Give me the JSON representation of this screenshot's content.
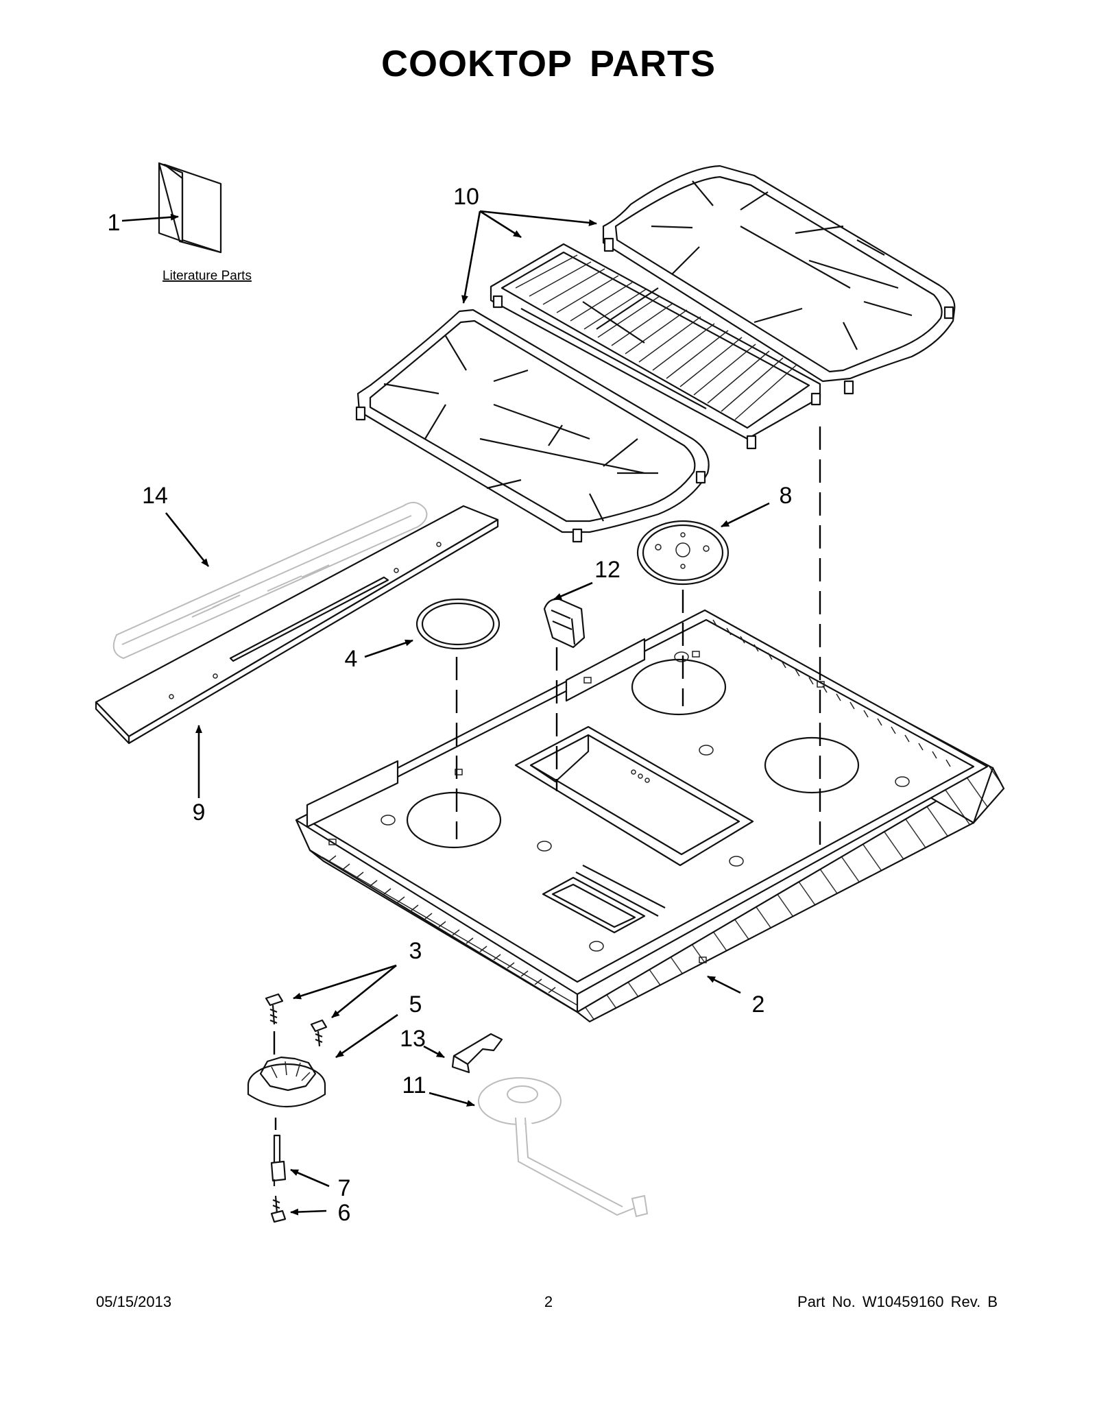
{
  "title": "COOKTOP PARTS",
  "literature_label": "Literature Parts",
  "callouts": {
    "c1": "1",
    "c2": "2",
    "c3": "3",
    "c4": "4",
    "c5": "5",
    "c6": "6",
    "c7": "7",
    "c8": "8",
    "c9": "9",
    "c10": "10",
    "c11": "11",
    "c12": "12",
    "c13": "13",
    "c14": "14"
  },
  "footer": {
    "date": "05/15/2013",
    "page": "2",
    "part_number": "Part No.  W10459160  Rev.  B"
  }
}
